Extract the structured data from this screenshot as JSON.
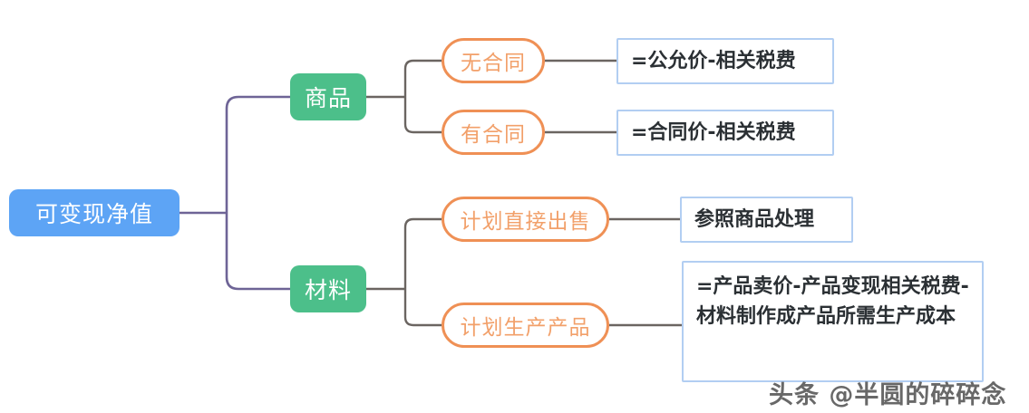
{
  "diagram": {
    "root": {
      "label": "可变现净值",
      "color": "#5da4f5"
    },
    "branches": [
      {
        "label": "商品",
        "color": "#4cbf8a",
        "children": [
          {
            "label": "无合同",
            "color": "#ef9055",
            "result": "=公允价-相关税费"
          },
          {
            "label": "有合同",
            "color": "#ef9055",
            "result": "=合同价-相关税费"
          }
        ]
      },
      {
        "label": "材料",
        "color": "#4cbf8a",
        "children": [
          {
            "label": "计划直接出售",
            "color": "#ef9055",
            "result": "参照商品处理"
          },
          {
            "label": "计划生产产品",
            "color": "#ef9055",
            "result": "=产品卖价-产品变现相关税费-材料制作成产品所需生产成本"
          }
        ]
      }
    ],
    "connector_colors": {
      "level1": "#6e6496",
      "level2": "#6b6561",
      "level3": "#6b6561"
    },
    "formula_border_color": "#b2cef2"
  },
  "watermark": {
    "text": "头条 @半圆的碎碎念"
  }
}
